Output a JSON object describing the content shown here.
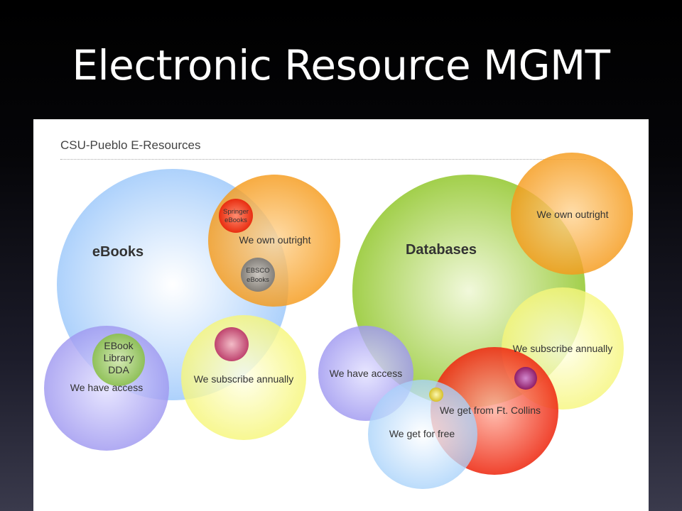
{
  "slide": {
    "title": "Electronic Resource MGMT"
  },
  "panel": {
    "title": "CSU-Pueblo E-Resources"
  },
  "colors": {
    "blue": "#a9cffb",
    "orange": "#f5a020",
    "green": "#a3cf46",
    "yellow": "#fafa8a",
    "purple": "#a8a2f2",
    "red": "#f03a1e",
    "light_blue": "#b4d9fb",
    "maroon": "#b8306a",
    "gray": "#8a8a8a"
  },
  "ebooks_cluster": {
    "main": "eBooks",
    "own": "We own outright",
    "springer": [
      "Springer",
      "eBooks"
    ],
    "ebsco": [
      "EBSCO",
      "eBooks"
    ],
    "dda": [
      "EBook",
      "Library",
      "DDA"
    ],
    "access": "We have access",
    "subscribe": "We subscribe annually"
  },
  "databases_cluster": {
    "main": "Databases",
    "own": "We own outright",
    "subscribe": "We subscribe annually",
    "access": "We have access",
    "collins": "We get from Ft. Collins",
    "free": "We get for free"
  }
}
